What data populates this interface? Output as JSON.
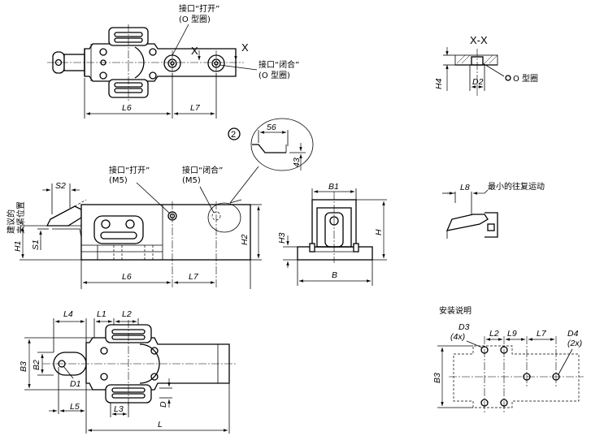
{
  "top_view": {
    "port_open": "接口“打开”",
    "port_open_seal": "(O 型圈)",
    "port_close": "接口“闭合”",
    "port_close_seal": "(O 型圈)",
    "section_mark_left": "X",
    "section_mark_right": "X",
    "dim_L6": "L6",
    "dim_L7": "L7"
  },
  "section": {
    "title": "X-X",
    "dim_H4": "H4",
    "dim_D2": "D2",
    "o_ring": "O 型圈"
  },
  "detail": {
    "callout": "2",
    "dim_56": "56",
    "dim_43": "43"
  },
  "side_view": {
    "clamp_position": [
      "建议的",
      "夹紧位置"
    ],
    "dim_S2": "S2",
    "dim_S1": "S1",
    "dim_H1": "H1",
    "dim_H2": "H2",
    "dim_L6": "L6",
    "dim_L7": "L7",
    "port_open": "接口“打开”",
    "port_open_thread": "(M5)",
    "port_close": "接口“闭合”",
    "port_close_thread": "(M5)"
  },
  "front_view": {
    "dim_B1": "B1",
    "dim_H3": "H3",
    "dim_H": "H",
    "dim_B": "B"
  },
  "stroke_detail": {
    "dim_L8": "L8",
    "note": "最小的往复运动"
  },
  "bottom_view": {
    "dim_L4": "L4",
    "dim_L1": "L1",
    "dim_L2": "L2",
    "dim_B3": "B3",
    "dim_B2": "B2",
    "dim_D1": "D1",
    "dim_L5": "L5",
    "dim_L3": "L3",
    "dim_D": "D",
    "dim_L": "L"
  },
  "mounting": {
    "title": "安装说明",
    "dim_D3": "D3",
    "dim_D3_count": "(4x)",
    "dim_L2": "L2",
    "dim_L9": "L9",
    "dim_L7": "L7",
    "dim_D4": "D4",
    "dim_D4_count": "(2x)",
    "dim_B3": "B3"
  }
}
